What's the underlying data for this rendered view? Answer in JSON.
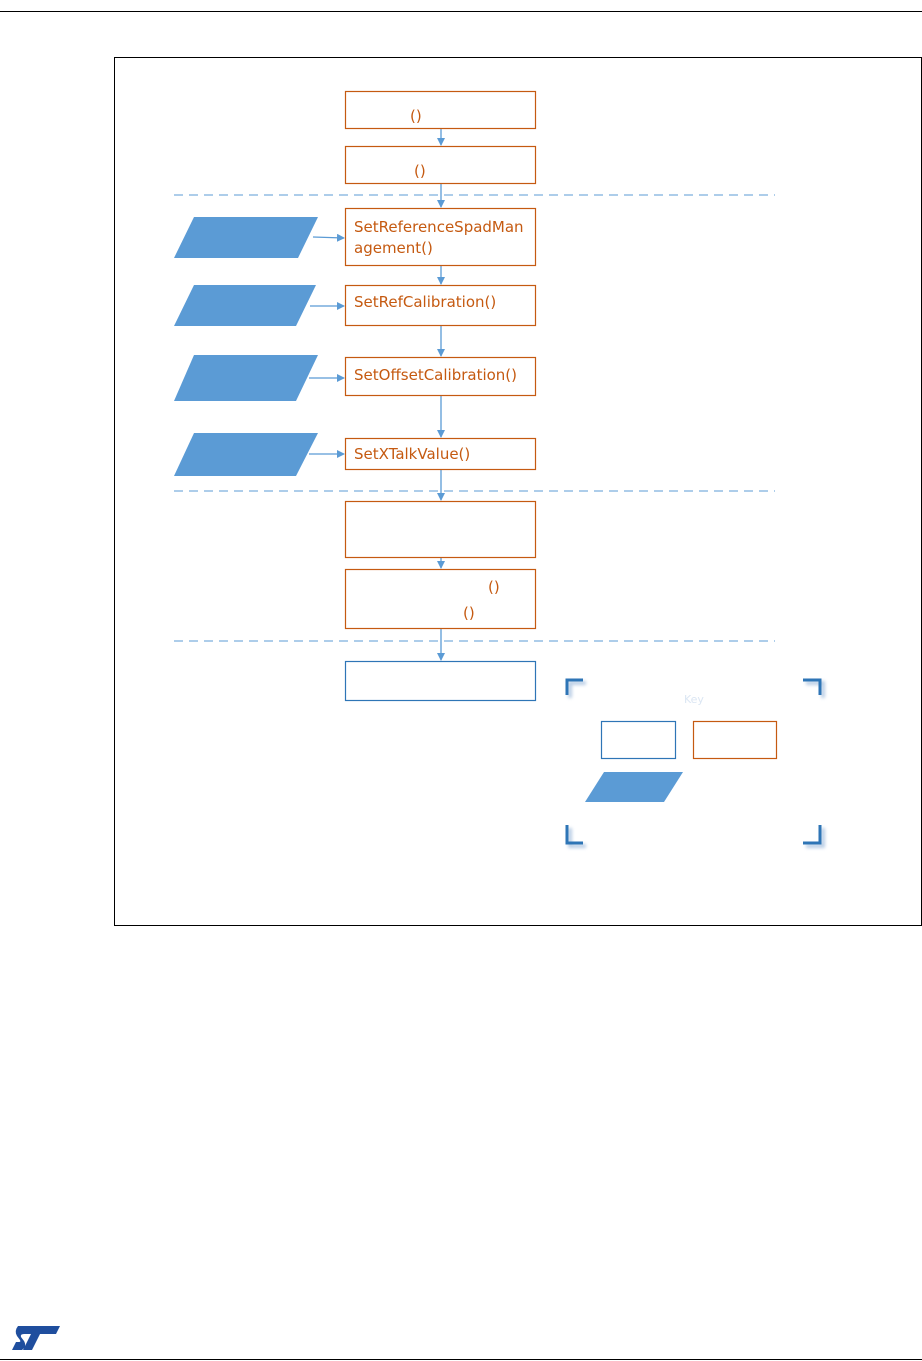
{
  "diagram": {
    "nodes": [
      {
        "id": "n1",
        "kind": "function",
        "lines": [
          "()"
        ]
      },
      {
        "id": "n2",
        "kind": "function",
        "lines": [
          "()"
        ]
      },
      {
        "id": "n3",
        "kind": "function",
        "lines": [
          "SetReferenceSpadMan",
          "agement()"
        ]
      },
      {
        "id": "n4",
        "kind": "function",
        "lines": [
          "SetRefCalibration()"
        ]
      },
      {
        "id": "n5",
        "kind": "function",
        "lines": [
          "SetOffsetCalibration()"
        ]
      },
      {
        "id": "n6",
        "kind": "function",
        "lines": [
          "SetXTalkValue()"
        ]
      },
      {
        "id": "n7",
        "kind": "function",
        "lines": []
      },
      {
        "id": "n8",
        "kind": "function",
        "lines": [
          "()",
          "()"
        ]
      },
      {
        "id": "n9",
        "kind": "step",
        "lines": []
      }
    ],
    "inputs": [
      {
        "id": "i1",
        "target": "n3"
      },
      {
        "id": "i2",
        "target": "n4"
      },
      {
        "id": "i3",
        "target": "n5"
      },
      {
        "id": "i4",
        "target": "n6"
      }
    ]
  },
  "key": {
    "title": "Key"
  },
  "colors": {
    "function_border": "#c55a11",
    "function_text": "#c55a11",
    "step_border": "#2e75b6",
    "arrow": "#5b9bd5",
    "input_fill": "#5b9bd5",
    "dash": "#5b9bd5",
    "logo": "#1f4e9e"
  },
  "logo": {
    "icon": "st-logo-icon"
  }
}
